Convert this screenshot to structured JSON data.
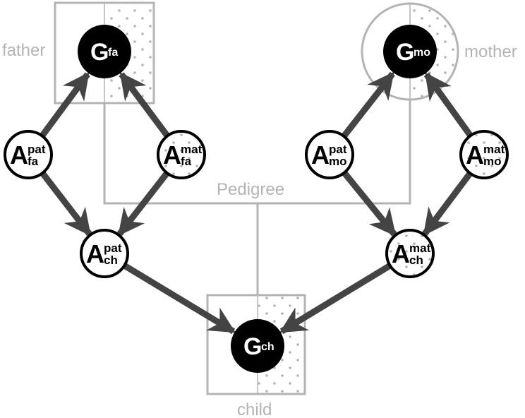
{
  "labels": {
    "father": "father",
    "mother": "mother",
    "child": "child",
    "pedigree": "Pedigree"
  },
  "genotype_nodes": {
    "father": {
      "main": "G",
      "sub": "fa"
    },
    "mother": {
      "main": "G",
      "sub": "mo"
    },
    "child": {
      "main": "G",
      "sub": "ch"
    }
  },
  "allele_nodes": {
    "fa_pat": {
      "main": "A",
      "sup": "pat",
      "sub": "fa"
    },
    "fa_mat": {
      "main": "A",
      "sup": "mat",
      "sub": "fa"
    },
    "mo_pat": {
      "main": "A",
      "sup": "pat",
      "sub": "mo"
    },
    "mo_mat": {
      "main": "A",
      "sup": "mat",
      "sub": "mo"
    },
    "ch_pat": {
      "main": "A",
      "sup": "pat",
      "sub": "ch"
    },
    "ch_mat": {
      "main": "A",
      "sup": "mat",
      "sub": "ch"
    }
  },
  "edges": [
    {
      "from": "fa_pat",
      "to": "father"
    },
    {
      "from": "fa_mat",
      "to": "father"
    },
    {
      "from": "mo_pat",
      "to": "mother"
    },
    {
      "from": "mo_mat",
      "to": "mother"
    },
    {
      "from": "fa_pat",
      "to": "ch_pat"
    },
    {
      "from": "fa_mat",
      "to": "ch_pat"
    },
    {
      "from": "mo_pat",
      "to": "ch_mat"
    },
    {
      "from": "mo_mat",
      "to": "ch_mat"
    },
    {
      "from": "ch_pat",
      "to": "child"
    },
    {
      "from": "ch_mat",
      "to": "child"
    }
  ],
  "colors": {
    "frame": "#b3b3b3",
    "arrow": "#444444",
    "node_fill": "#000000",
    "dot": "#b3b3b3"
  }
}
